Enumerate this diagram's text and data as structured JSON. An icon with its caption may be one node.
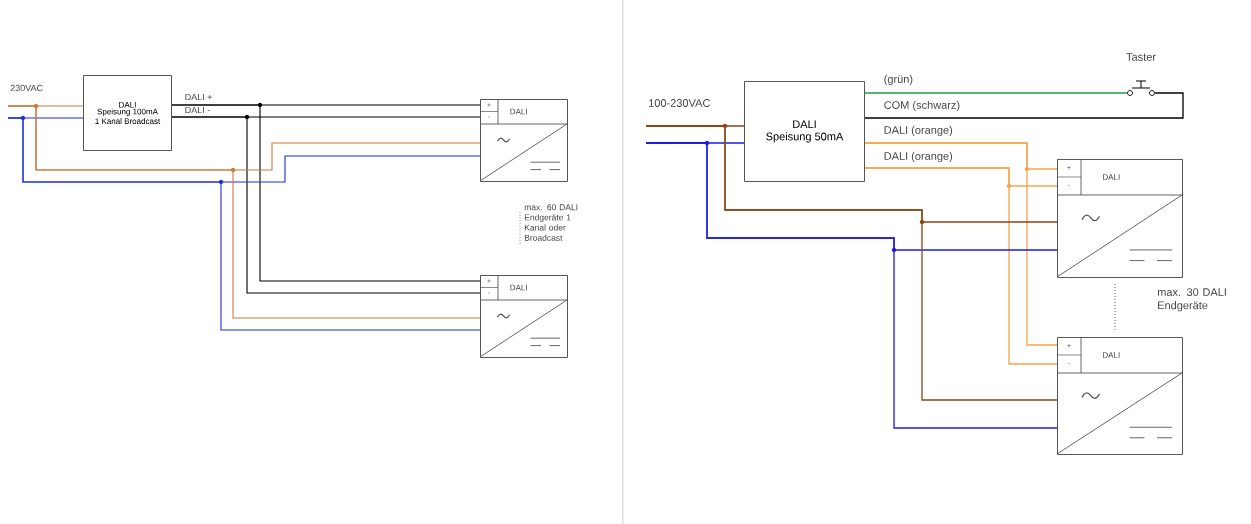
{
  "diagram": {
    "nodes": [
      {
        "text": [
          "DALI",
          "Speisung 100mA 1 Kanal Broadcast"
        ]
      },
      {
        "text": [
          "+",
          "-",
          "DALI"
        ]
      },
      {
        "text": [
          "+",
          "-",
          "DALI"
        ]
      },
      {
        "text": [
          "DALI",
          "Speisung 50mA"
        ]
      },
      {
        "text": [
          "Taster"
        ]
      },
      {
        "text": [
          "+",
          "-",
          "DALI"
        ]
      },
      {
        "text": [
          "+",
          "-",
          "DALI"
        ]
      }
    ],
    "edges": [
      {
        "from": null,
        "to": 0,
        "arrow": "none",
        "color": "#c87a3c"
      },
      {
        "from": null,
        "to": 0,
        "arrow": "none",
        "color": "#1f2fd6"
      },
      {
        "from": 0,
        "to": 1,
        "arrow": "none",
        "label": "DALI +"
      },
      {
        "from": 0,
        "to": 1,
        "arrow": "none",
        "label": "DALI -"
      },
      {
        "from": 0,
        "to": 2,
        "arrow": "none"
      },
      {
        "from": 0,
        "to": 2,
        "arrow": "none"
      },
      {
        "from": null,
        "to": 1,
        "arrow": "none",
        "color": "#c87a3c"
      },
      {
        "from": null,
        "to": 1,
        "arrow": "none",
        "color": "#1f2fd6"
      },
      {
        "from": null,
        "to": 2,
        "arrow": "none",
        "color": "#c87a3c"
      },
      {
        "from": null,
        "to": 2,
        "arrow": "none",
        "color": "#1f2fd6"
      },
      {
        "from": 3,
        "to": 4,
        "arrow": "none",
        "label": "(grün)",
        "color": "#1e9a4a"
      },
      {
        "from": 3,
        "to": 4,
        "arrow": "none",
        "label": "COM (schwarz)"
      },
      {
        "from": 3,
        "to": 5,
        "arrow": "none",
        "label": "DALI (orange)",
        "color": "#f5a54a"
      },
      {
        "from": 3,
        "to": 5,
        "arrow": "none",
        "label": "DALI (orange)",
        "color": "#f5a54a"
      },
      {
        "from": 3,
        "to": 6,
        "arrow": "none",
        "color": "#f5a54a"
      },
      {
        "from": 3,
        "to": 6,
        "arrow": "none",
        "color": "#f5a54a"
      },
      {
        "from": null,
        "to": 3,
        "arrow": "none",
        "color": "#8b4513"
      },
      {
        "from": null,
        "to": 3,
        "arrow": "none",
        "color": "#1a1ae6"
      },
      {
        "from": null,
        "to": 5,
        "arrow": "none",
        "color": "#8b4513"
      },
      {
        "from": null,
        "to": 5,
        "arrow": "none",
        "color": "#1a1ae6"
      },
      {
        "from": null,
        "to": 6,
        "arrow": "none",
        "color": "#8b4513"
      },
      {
        "from": null,
        "to": 6,
        "arrow": "none",
        "color": "#1a1ae6"
      }
    ],
    "labels": [
      "230VAC",
      "max. 60 DALI Endgeräte 1 Kanal oder Broadcast",
      "100-230VAC",
      "max. 30 DALI Endgeräte"
    ]
  }
}
